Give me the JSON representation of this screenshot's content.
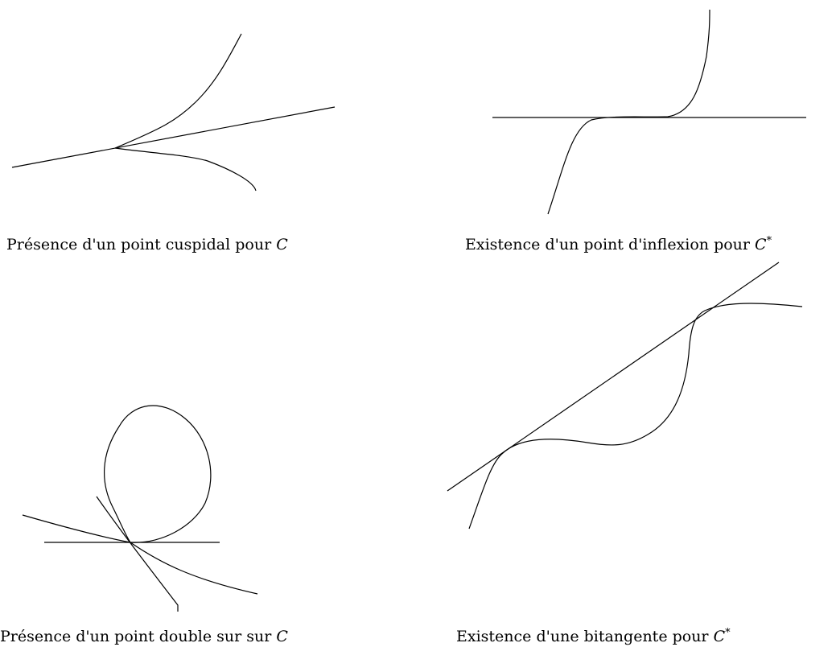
{
  "captions": {
    "top_left": {
      "text": "Présence d'un point cuspidal pour ",
      "symbol": "C",
      "sup": ""
    },
    "top_right": {
      "text": "Existence d'un point d'inflexion pour ",
      "symbol": "C",
      "sup": "*"
    },
    "bottom_left": {
      "text": "Présence d'un point double sur sur ",
      "symbol": "C",
      "sup": ""
    },
    "bottom_right": {
      "text": "Existence d'une bitangente pour ",
      "symbol": "C",
      "sup": "*"
    }
  }
}
